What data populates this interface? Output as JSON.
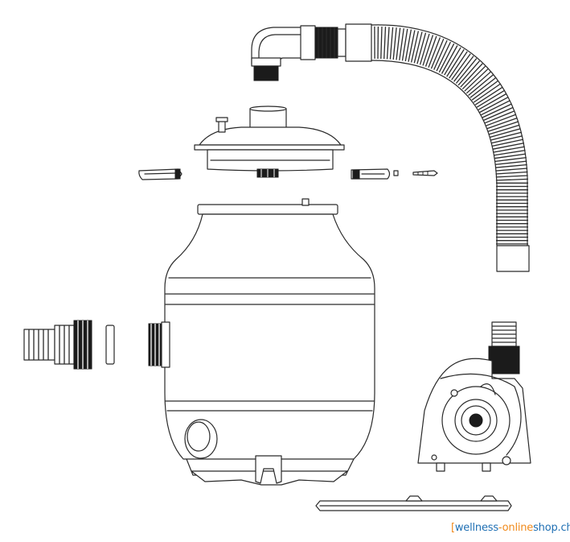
{
  "watermark": {
    "bracket_open": "[",
    "part1": "wellness",
    "part2": "-online",
    "part3": "shop.ch",
    "bracket_close": "]"
  },
  "colors": {
    "line": "#2a2a2a",
    "watermark_blue": "#1f6fb3",
    "watermark_orange": "#f08a1c"
  },
  "parts": [
    "elbow-connector",
    "flexible-hose",
    "filter-lid",
    "lid-clamp-left",
    "lid-clamp-right",
    "clamp-nut",
    "clamp-screw",
    "filter-tank",
    "hose-adapter",
    "o-ring-seal",
    "tank-outlet-thread",
    "pump",
    "pump-base-plate"
  ]
}
